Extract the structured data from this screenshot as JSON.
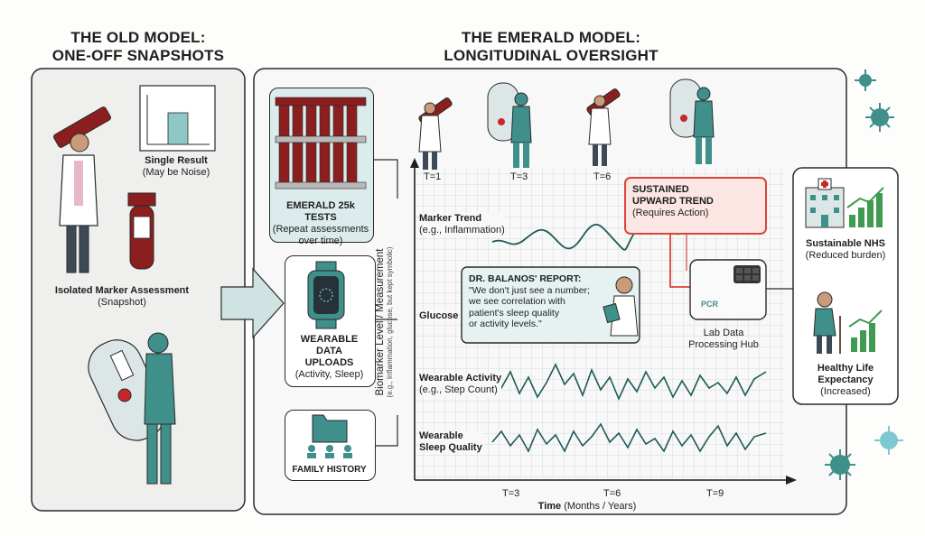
{
  "old_model": {
    "title_line1": "THE OLD MODEL:",
    "title_line2": "ONE-OFF SNAPSHOTS",
    "single_result": {
      "title": "Single Result",
      "subtitle": "(May be Noise)"
    },
    "isolated": {
      "title": "Isolated Marker Assessment",
      "subtitle": "(Snapshot)"
    }
  },
  "emerald_model": {
    "title_line1": "THE EMERALD MODEL:",
    "title_line2": "LONGITUDINAL OVERSIGHT"
  },
  "inputs": {
    "tests": {
      "title": "EMERALD 25k TESTS",
      "line1": "(Repeat assessments",
      "line2": "over time)"
    },
    "wearable": {
      "line1": "WEARABLE",
      "line2": "DATA",
      "line3": "UPLOADS",
      "line4": "(Activity, Sleep)"
    },
    "family": {
      "title": "FAMILY HISTORY"
    }
  },
  "chart": {
    "y_axis_title": "Biomarker Level / Measurement",
    "y_axis_subtitle": "(e.g., Inflammation, glucose, but kept symbolic)",
    "x_axis_title": "Time",
    "x_axis_unit": "(Months / Years)",
    "top_ticks": [
      "T=1",
      "T=3",
      "T=6"
    ],
    "bottom_ticks": [
      "T=3",
      "T=6",
      "T=9"
    ],
    "rows": {
      "marker": {
        "title": "Marker Trend",
        "subtitle": "(e.g., Inflammation)"
      },
      "glucose": {
        "title": "Glucose"
      },
      "activity": {
        "title": "Wearable Activity",
        "subtitle": "(e.g., Step Count)"
      },
      "sleep": {
        "title": "Wearable",
        "subtitle": "Sleep Quality"
      }
    },
    "trend_box": {
      "line1": "SUSTAINED",
      "line2": "UPWARD TREND",
      "line3": "(Requires Action)"
    },
    "report": {
      "title": "DR. BALANOS' REPORT:",
      "line1": "\"We don't just see a number;",
      "line2": "we see correlation with",
      "line3": "patient's sleep quality",
      "line4": "or activity levels.\""
    },
    "hub": {
      "device_label": "PCR",
      "line1": "Lab Data",
      "line2": "Processing Hub"
    }
  },
  "outcomes": {
    "nhs": {
      "title": "Sustainable NHS",
      "subtitle": "(Reduced burden)"
    },
    "life": {
      "title_line1": "Healthy Life",
      "title_line2": "Expectancy",
      "subtitle": "(Increased)"
    }
  },
  "colors": {
    "teal": "#3f8f8b",
    "teal_light": "#dcecec",
    "blood_red": "#8b1f1f",
    "alert_red": "#d9443c",
    "outcome_green": "#3e9b4f"
  }
}
